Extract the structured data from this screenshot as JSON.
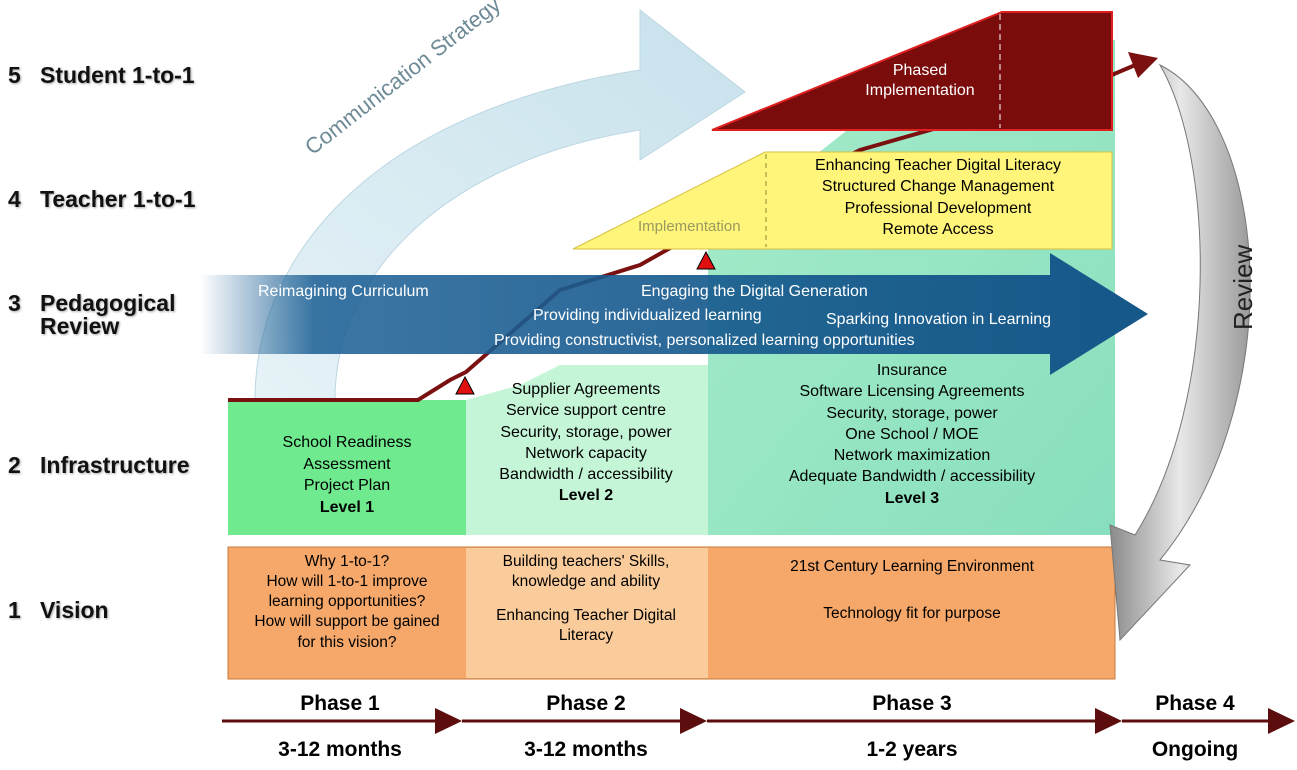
{
  "rows": [
    {
      "num": "5",
      "label": "Student 1-to-1",
      "label2": ""
    },
    {
      "num": "4",
      "label": "Teacher 1-to-1",
      "label2": ""
    },
    {
      "num": "3",
      "label": "Pedagogical",
      "label2": "Review"
    },
    {
      "num": "2",
      "label": "Infrastructure",
      "label2": ""
    },
    {
      "num": "1",
      "label": "Vision",
      "label2": ""
    }
  ],
  "communication_arrow": "Communication Strategy",
  "review_arrow": "Review",
  "student_block": {
    "line1": "Phased",
    "line2": "Implementation"
  },
  "teacher_block": {
    "implementation": "Implementation",
    "items": [
      "Enhancing Teacher Digital Literacy",
      "Structured Change Management",
      "Professional Development",
      "Remote Access"
    ]
  },
  "pedagogy_arrow": {
    "reimagining": "Reimagining Curriculum",
    "engaging": "Engaging the Digital Generation",
    "individualized": "Providing individualized learning",
    "sparking": "Sparking Innovation in Learning",
    "constructivist": "Providing constructivist, personalized learning opportunities"
  },
  "infrastructure": {
    "level1": {
      "items": [
        "School Readiness",
        "Assessment",
        "Project Plan"
      ],
      "level": "Level 1"
    },
    "level2": {
      "items": [
        "Supplier Agreements",
        "Service support centre",
        "Security, storage, power",
        "Network capacity",
        "Bandwidth / accessibility"
      ],
      "level": "Level 2"
    },
    "level3": {
      "items": [
        "Insurance",
        "Software Licensing Agreements",
        "Security, storage, power",
        "One School / MOE",
        "Network maximization",
        "Adequate Bandwidth / accessibility"
      ],
      "level": "Level 3"
    }
  },
  "vision": {
    "col1": {
      "a": "Why 1-to-1?",
      "b": "How will 1-to-1 improve",
      "c": "learning opportunities?",
      "d": "How will support be gained",
      "e": "for this vision?"
    },
    "col2": {
      "a": "Building teachers' Skills,",
      "b": "knowledge and ability",
      "c": "Enhancing Teacher Digital",
      "d": "Literacy"
    },
    "col3": {
      "a": "21st Century Learning Environment",
      "b": "Technology fit for purpose"
    }
  },
  "phases": [
    {
      "name": "Phase 1",
      "duration": "3-12 months"
    },
    {
      "name": "Phase 2",
      "duration": "3-12 months"
    },
    {
      "name": "Phase 3",
      "duration": "1-2 years"
    },
    {
      "name": "Phase 4",
      "duration": "Ongoing"
    }
  ],
  "colors": {
    "vision": "#f5a86a",
    "infra_l1": "#6fea8f",
    "infra_l2": "#bff5d0",
    "infra_l3": "#9ee8c4",
    "pedagogy_arrow": "#1a5e94",
    "teacher": "#fff57a",
    "student": "#7a0c0c",
    "communication": "#cde6f0",
    "review": "#b8b8b8",
    "timeline_arrow": "#5c0d0d"
  }
}
